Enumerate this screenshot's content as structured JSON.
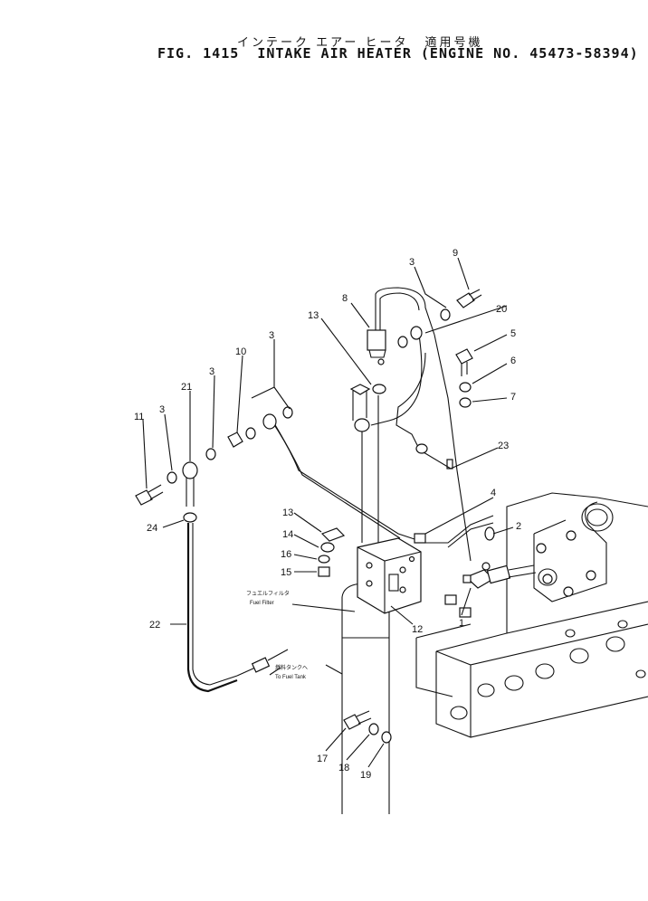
{
  "header": {
    "title_jp_name": "インテーク エアー ヒータ",
    "title_jp_applic": "適用号機",
    "fig_label": "FIG. 1415",
    "title_en": "INTAKE AIR HEATER",
    "engine_range": "(ENGINE NO. 45473-58394)"
  },
  "notes": {
    "fuel_filter_jp": "フュエルフィルタ",
    "fuel_filter_en": "Fuel Filter",
    "fuel_tank_jp": "燃料タンクへ",
    "fuel_tank_en": "To Fuel Tank"
  },
  "callouts": [
    "9",
    "3",
    "8",
    "20",
    "13",
    "5",
    "3",
    "6",
    "10",
    "3",
    "7",
    "21",
    "3",
    "11",
    "23",
    "4",
    "2",
    "24",
    "13",
    "14",
    "16",
    "15",
    "12",
    "1",
    "22",
    "17",
    "18",
    "19"
  ]
}
